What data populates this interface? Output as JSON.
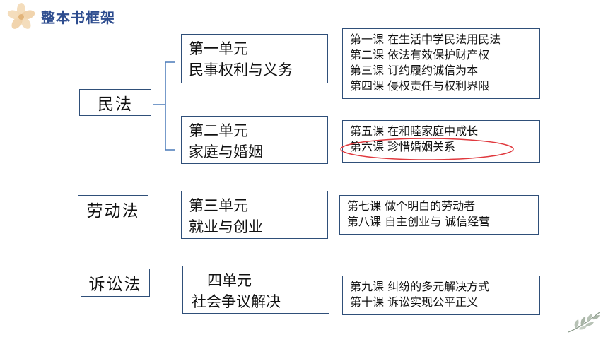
{
  "header": {
    "title": "整本书框架",
    "logo_icon": "flower-icon"
  },
  "laws": [
    {
      "label": "民法"
    },
    {
      "label": "劳动法"
    },
    {
      "label": "诉讼法"
    }
  ],
  "units": [
    {
      "line1": "第一单元",
      "line2": "民事权利与义务"
    },
    {
      "line1": "第二单元",
      "line2": "家庭与婚姻"
    },
    {
      "line1": "第三单元",
      "line2": "就业与创业"
    },
    {
      "line1": "四单元",
      "line2": "社会争议解决"
    }
  ],
  "lesson_groups": [
    {
      "lessons": [
        "第一课 在生活中学民法用民法",
        "第二课 依法有效保护财产权",
        "第三课 订约履约诚信为本",
        "第四课 侵权责任与权利界限"
      ]
    },
    {
      "lessons": [
        "第五课 在和睦家庭中成长",
        "第六课 珍惜婚姻关系"
      ]
    },
    {
      "lessons": [
        "第七课 做个明白的劳动者",
        "第八课 自主创业与 诚信经营"
      ]
    },
    {
      "lessons": [
        "第九课 纠纷的多元解决方式",
        "第十课 诉讼实现公平正义"
      ]
    }
  ],
  "highlight": {
    "color": "#e0393e"
  },
  "colors": {
    "title": "#2e4d8f",
    "border": "#2f4f79",
    "connector": "#4a7ab8"
  },
  "decor": {
    "leaf_icon": "leaf-icon"
  }
}
